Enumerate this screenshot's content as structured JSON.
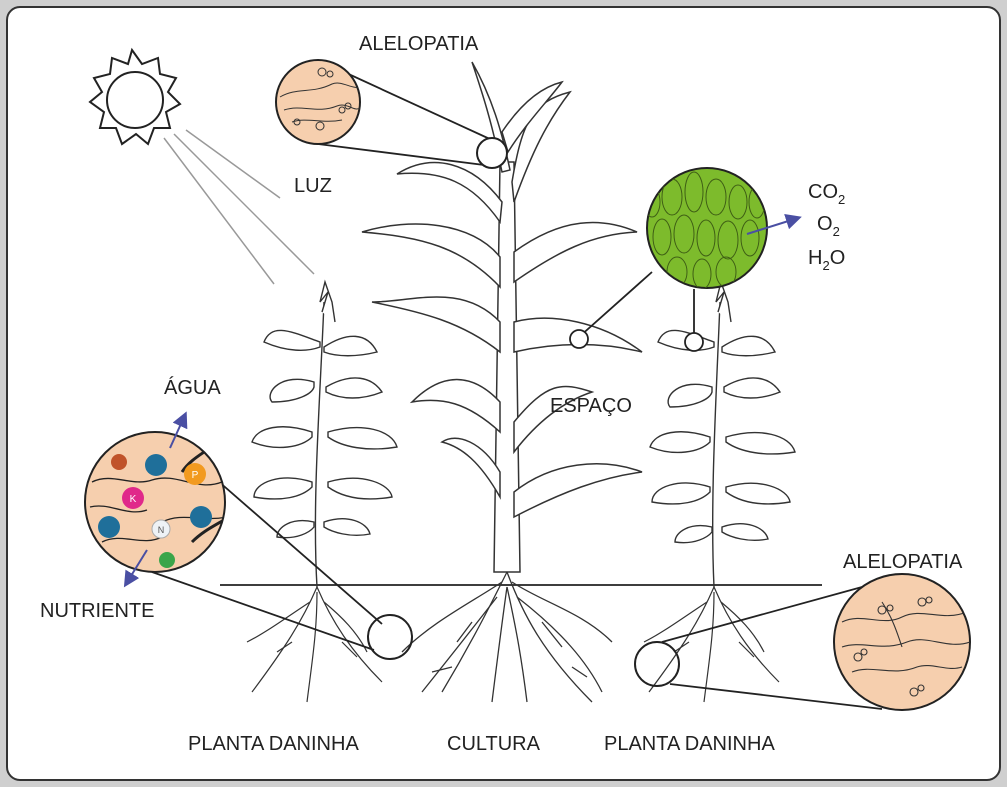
{
  "labels": {
    "alelopatia_top": "ALELOPATIA",
    "luz": "LUZ",
    "co": "CO",
    "o": "O",
    "h": "H",
    "o2_suffix": "O",
    "sub2": "2",
    "agua": "ÁGUA",
    "espaco": "ESPAÇO",
    "nutriente": "NUTRIENTE",
    "alelopatia_right": "ALELOPATIA",
    "planta_daninha_left": "PLANTA DANINHA",
    "cultura": "CULTURA",
    "planta_daninha_right": "PLANTA DANINHA"
  },
  "nutrient_letters": {
    "p": "P",
    "k": "K",
    "n": "N"
  },
  "colors": {
    "peach": "#f6cfae",
    "leaf_green": "#7dbb2c",
    "arrow_blue": "#4a4fa3",
    "nutrient_blue": "#1f6f9a",
    "nutrient_orange": "#f29a1f",
    "nutrient_magenta": "#e0298a",
    "nutrient_green": "#3aa54a",
    "nutrient_brown": "#c0532a"
  }
}
